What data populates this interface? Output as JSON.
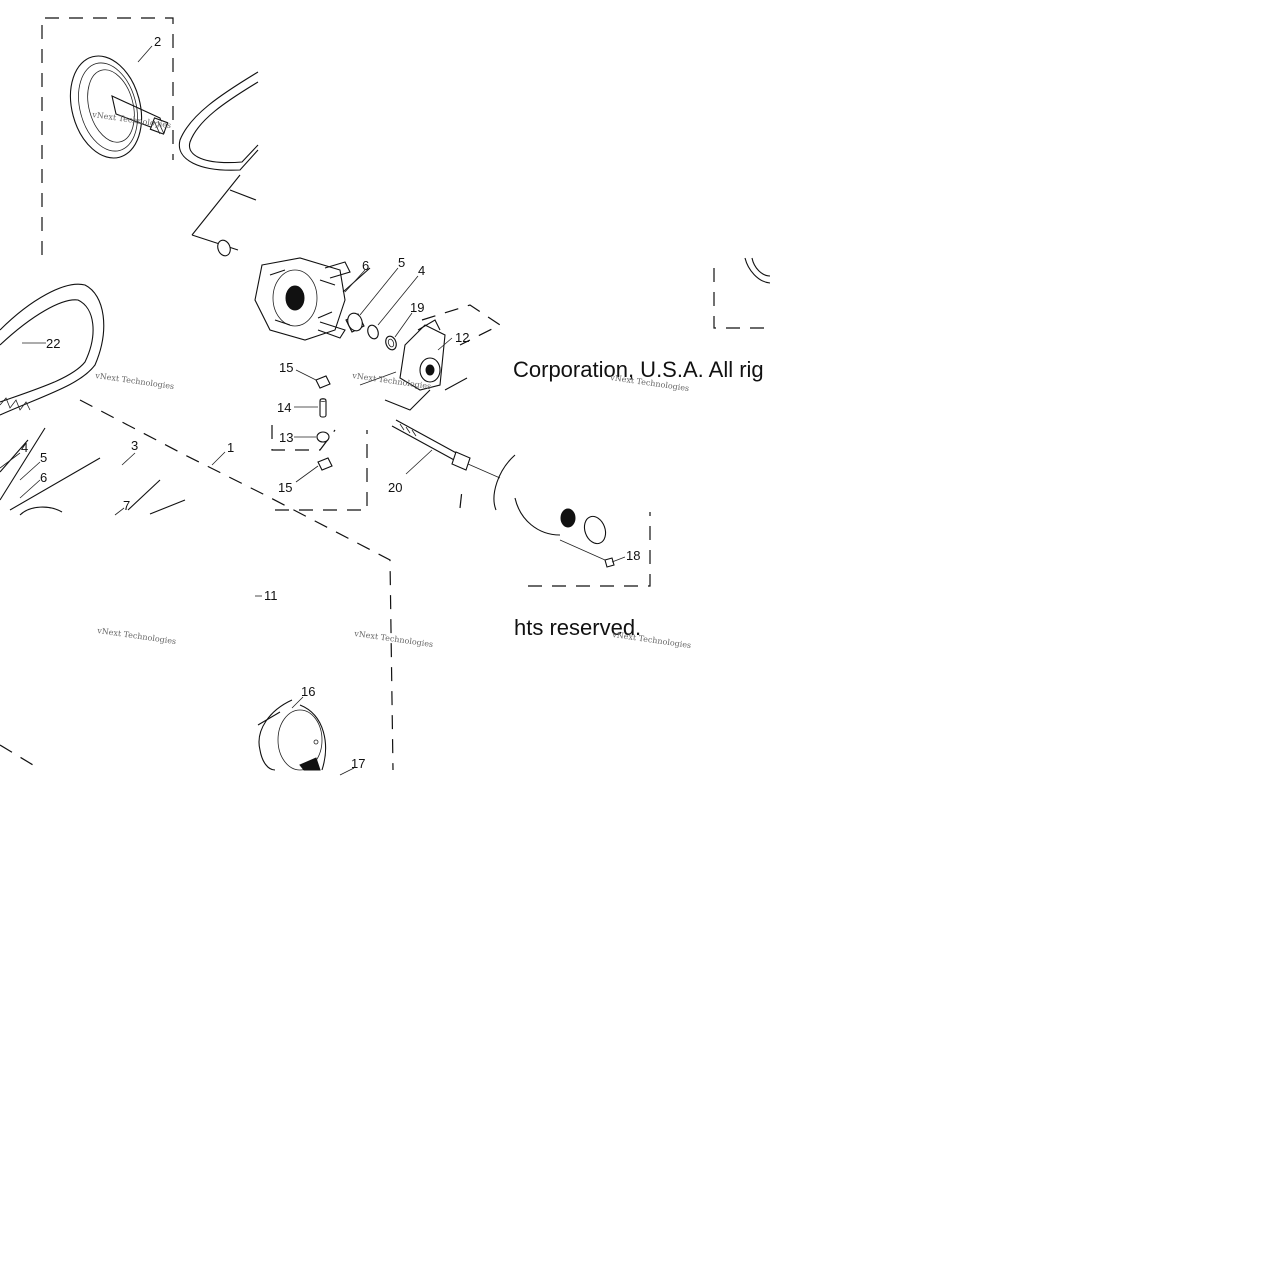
{
  "callouts": [
    {
      "id": "c2",
      "text": "2"
    },
    {
      "id": "c6a",
      "text": "6"
    },
    {
      "id": "c5a",
      "text": "5"
    },
    {
      "id": "c4a",
      "text": "4"
    },
    {
      "id": "c19",
      "text": "19"
    },
    {
      "id": "c12",
      "text": "12"
    },
    {
      "id": "c22",
      "text": "22"
    },
    {
      "id": "c15a",
      "text": "15"
    },
    {
      "id": "c14",
      "text": "14"
    },
    {
      "id": "c13",
      "text": "13"
    },
    {
      "id": "c15b",
      "text": "15"
    },
    {
      "id": "c20",
      "text": "20"
    },
    {
      "id": "c3",
      "text": "3"
    },
    {
      "id": "c1",
      "text": "1"
    },
    {
      "id": "c4b",
      "text": "4"
    },
    {
      "id": "c5b",
      "text": "5"
    },
    {
      "id": "c6b",
      "text": "6"
    },
    {
      "id": "c7",
      "text": "7"
    },
    {
      "id": "c18",
      "text": "18"
    },
    {
      "id": "c11",
      "text": "11"
    },
    {
      "id": "c16",
      "text": "16"
    },
    {
      "id": "c17",
      "text": "17"
    }
  ],
  "copyright": {
    "line1": "Corporation, U.S.A. All rig",
    "line2": "hts reserved."
  },
  "watermark": {
    "text": "vNext Technologies"
  }
}
